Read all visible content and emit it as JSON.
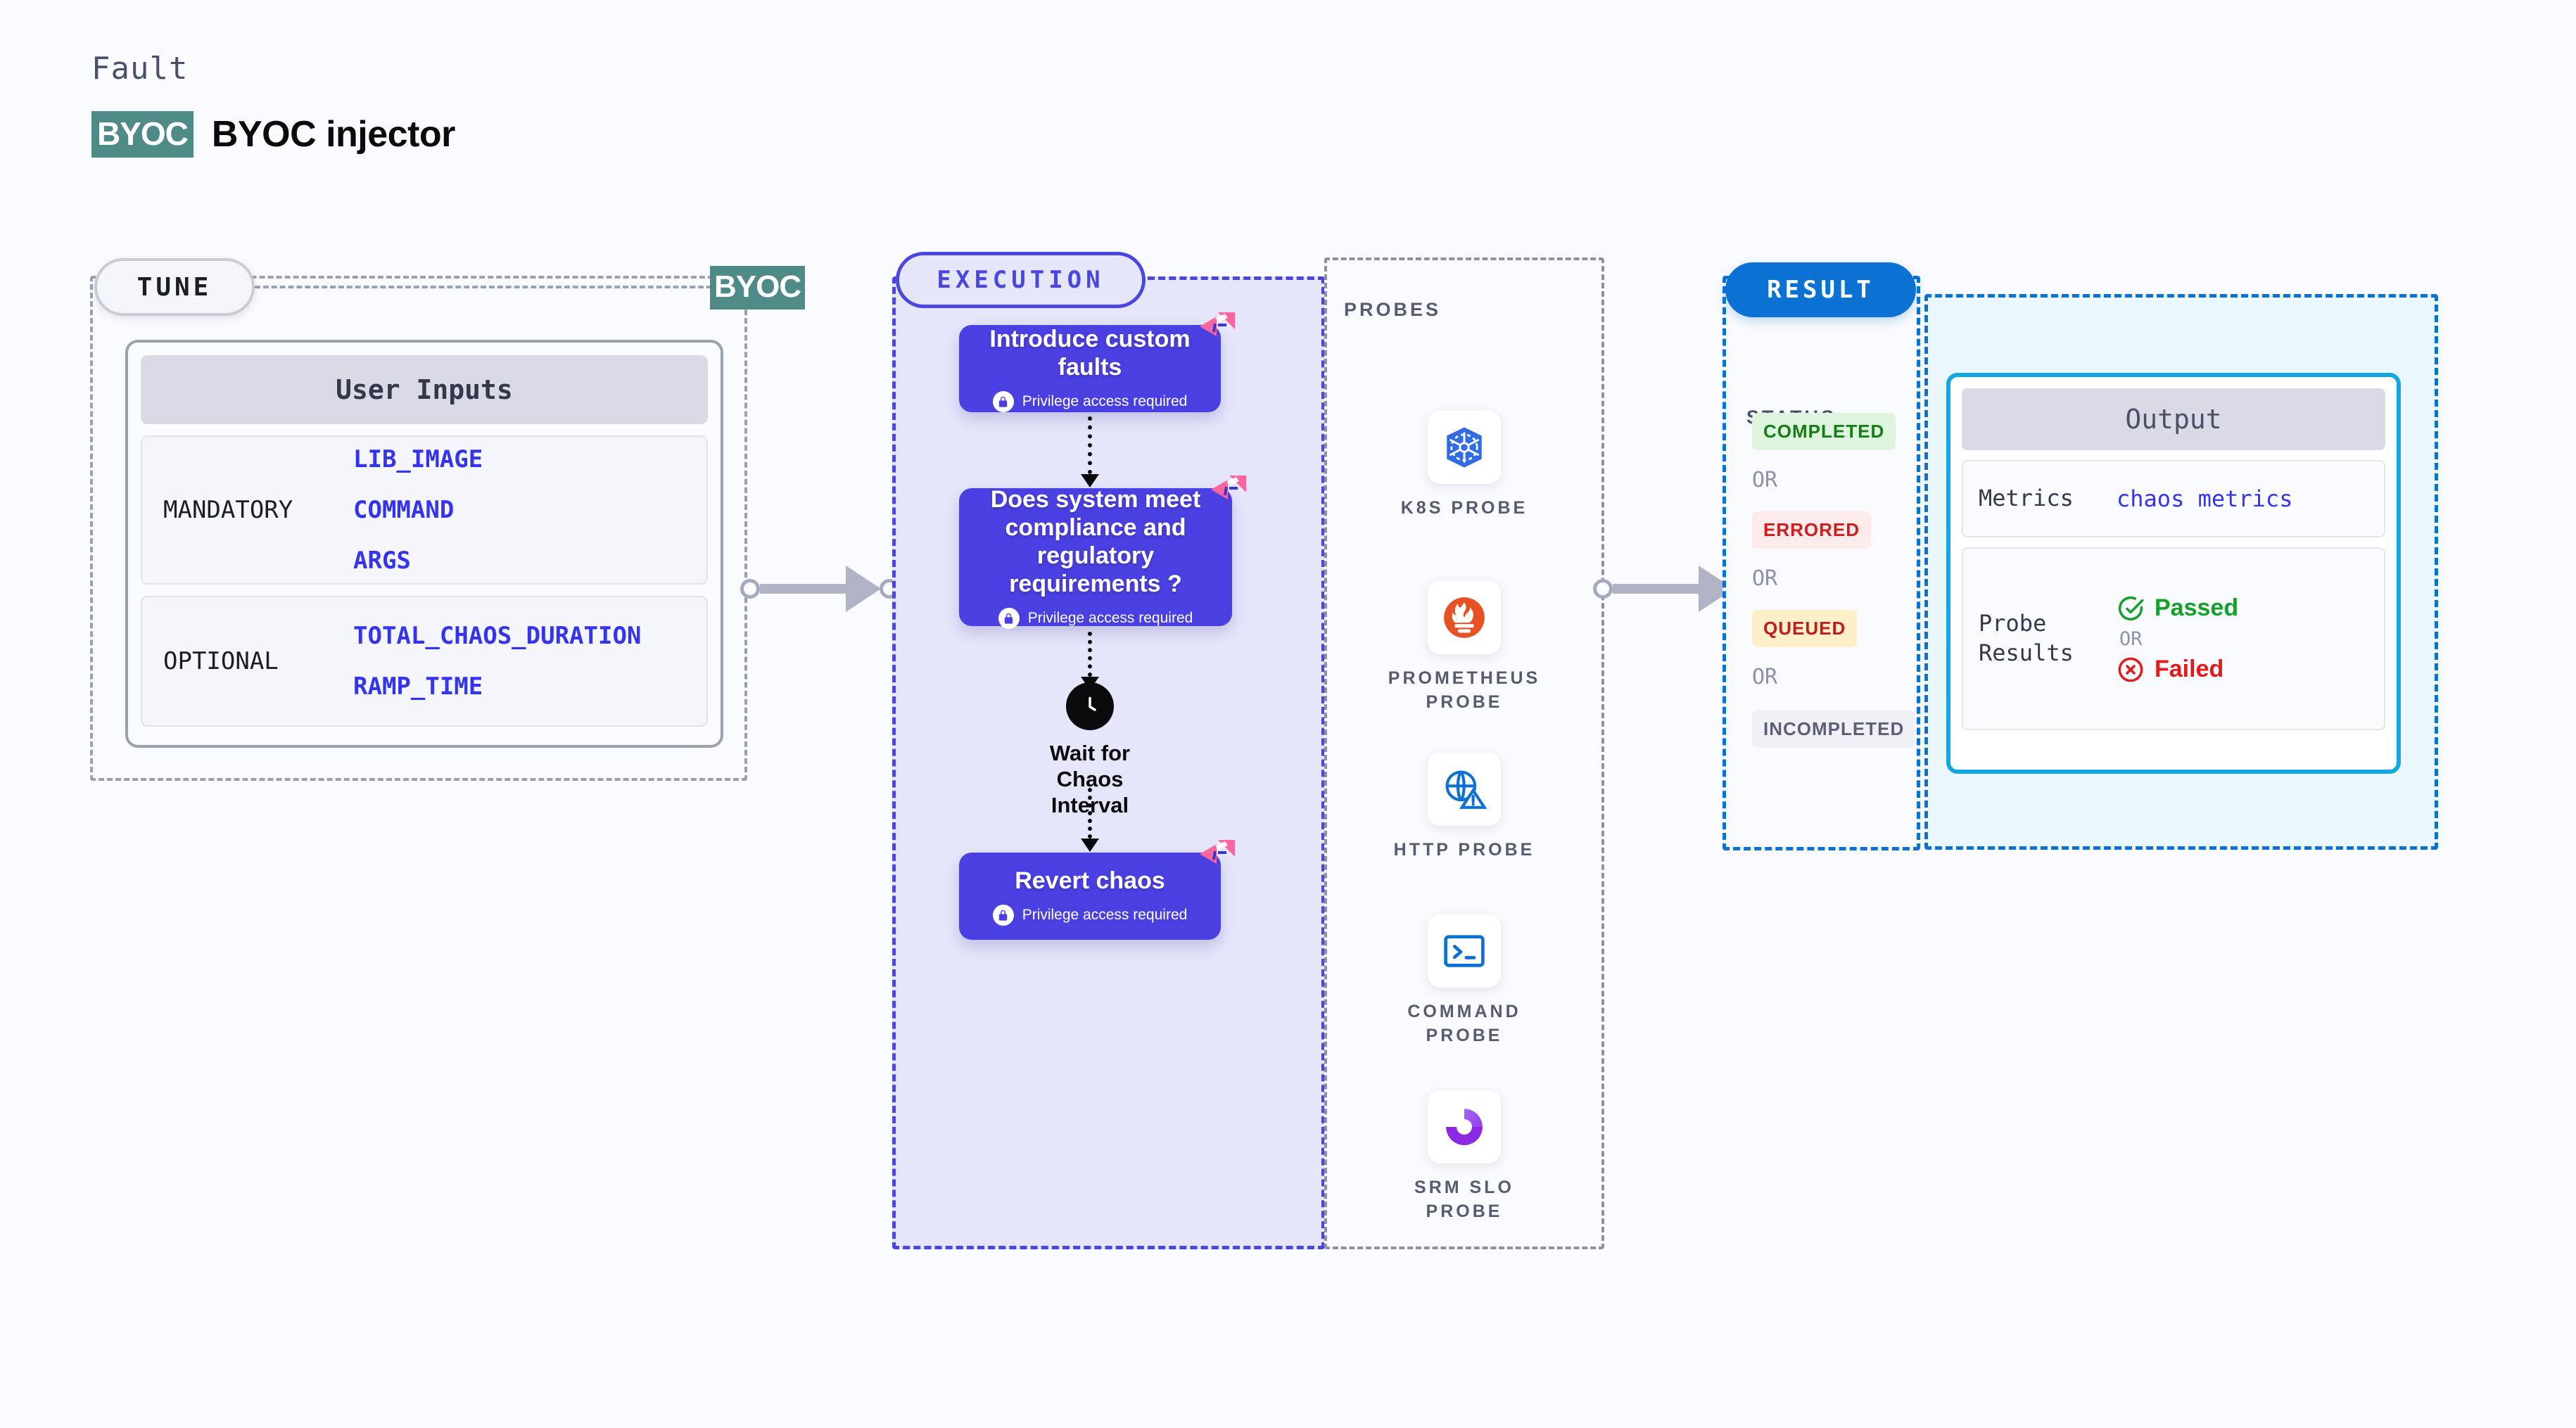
{
  "header": {
    "eyebrow": "Fault",
    "badge": "BYOC",
    "title": "BYOC injector"
  },
  "tune": {
    "pill_label": "TUNE",
    "byoc_tag": "BYOC",
    "card_title": "User Inputs",
    "groups": [
      {
        "label": "MANDATORY",
        "params": [
          "LIB_IMAGE",
          "COMMAND",
          "ARGS"
        ]
      },
      {
        "label": "OPTIONAL",
        "params": [
          "TOTAL_CHAOS_DURATION",
          "RAMP_TIME"
        ]
      }
    ]
  },
  "execution": {
    "pill_label": "EXECUTION",
    "privilege_note": "Privilege access required",
    "nodes": [
      {
        "title": "Introduce custom faults",
        "icon": "chaos-badge-icon"
      },
      {
        "title": "Does system meet compliance and regulatory requirements ?",
        "icon": "chaos-badge-icon"
      },
      {
        "title": "Revert chaos",
        "icon": "chaos-badge-icon"
      }
    ],
    "wait": {
      "icon": "clock-icon",
      "label_line1": "Wait for Chaos",
      "label_line2": "Interval"
    }
  },
  "probes": {
    "title": "PROBES",
    "items": [
      {
        "label": "K8S PROBE",
        "icon": "kubernetes-icon"
      },
      {
        "label": "PROMETHEUS PROBE",
        "icon": "prometheus-icon"
      },
      {
        "label": "HTTP PROBE",
        "icon": "globe-warning-icon"
      },
      {
        "label": "COMMAND PROBE",
        "icon": "terminal-icon"
      },
      {
        "label": "SRM SLO PROBE",
        "icon": "slo-donut-icon"
      }
    ]
  },
  "result": {
    "pill_label": "RESULT",
    "status_label": "STATUS",
    "or_label": "OR",
    "statuses": [
      {
        "text": "COMPLETED",
        "bg": "#ddf5dd",
        "fg": "#167c17"
      },
      {
        "text": "ERRORED",
        "bg": "#fdeaea",
        "fg": "#cf1d1d"
      },
      {
        "text": "QUEUED",
        "bg": "#fdf0c9",
        "fg": "#c21b1b"
      },
      {
        "text": "INCOMPLETED",
        "bg": "#f0f0f6",
        "fg": "#5b6076"
      }
    ],
    "output": {
      "title": "Output",
      "metrics_key": "Metrics",
      "metrics_value": "chaos metrics",
      "probe_key_line1": "Probe",
      "probe_key_line2": "Results",
      "passed": "Passed",
      "failed": "Failed",
      "or_label": "OR"
    }
  },
  "colors": {
    "page_bg": "#f9fafe",
    "byoc_teal": "#4e8b86",
    "execution_purple": "#4a46e0",
    "node_purple": "#4a3fe0",
    "result_blue": "#0b72d4",
    "output_cyan": "#13a7de",
    "param_blue": "#3434f0",
    "chaos_pink": "#f9659f"
  }
}
